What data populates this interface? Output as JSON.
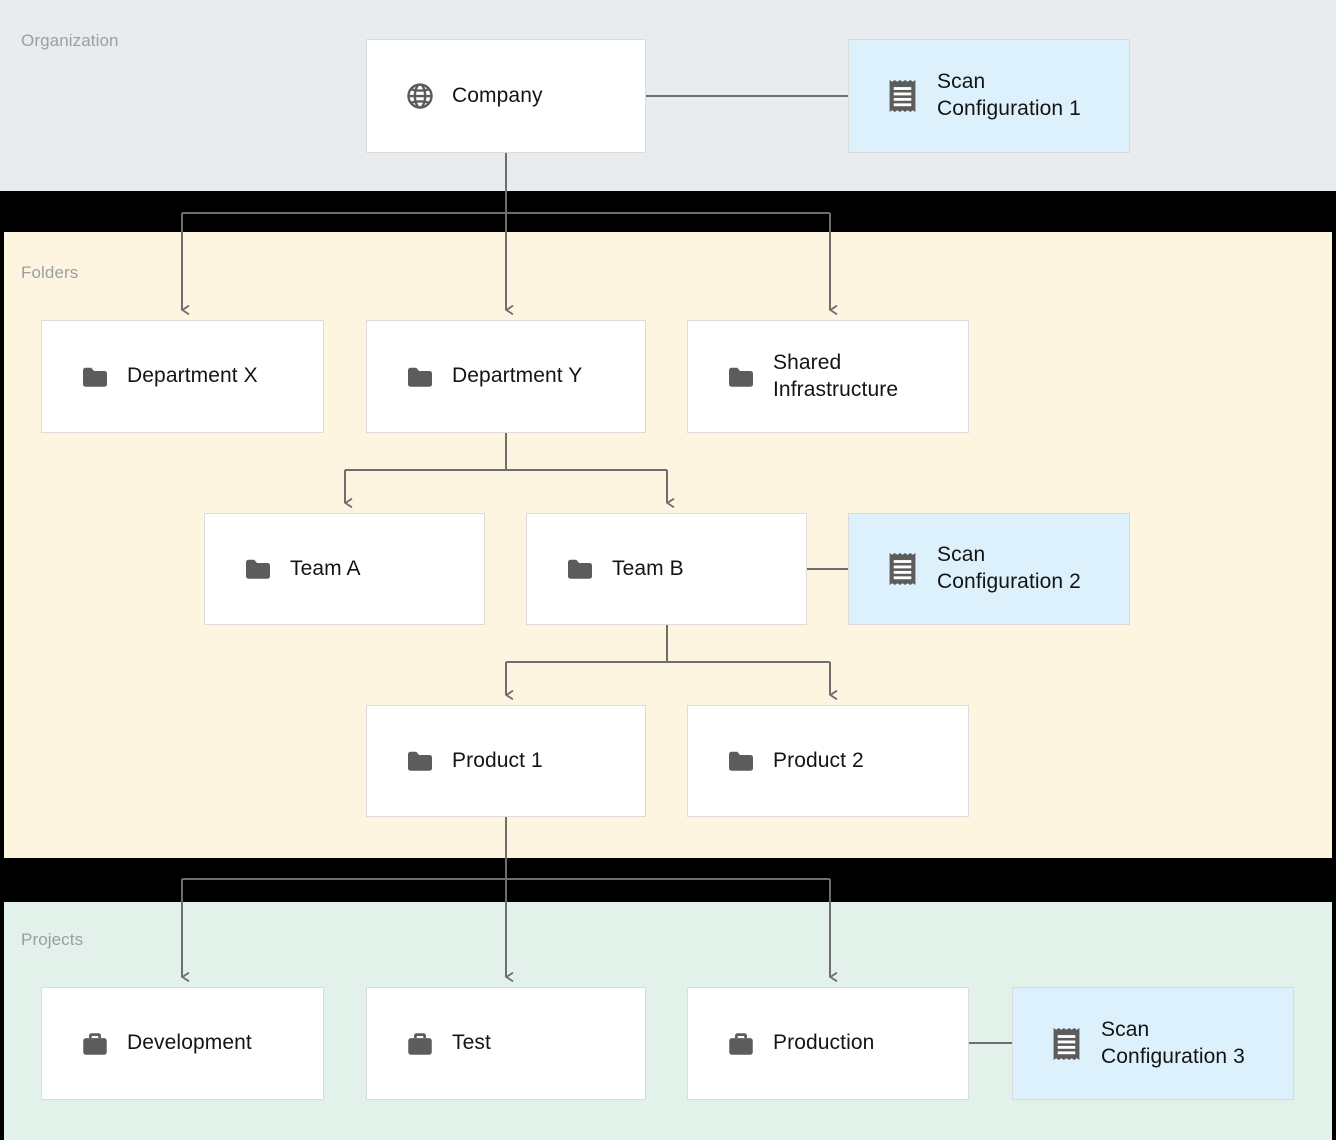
{
  "diagram": {
    "title": "Organization / Folders / Projects hierarchy with scan configurations",
    "colors": {
      "organization_band": "#e8ecee",
      "folders_band": "#fdf5e0",
      "projects_band": "#e2f1e9",
      "gap_band": "#000000",
      "node_fill": "#ffffff",
      "node_border": "#dcdcdc",
      "scan_config_fill": "#dcf1fb",
      "connector": "#6e6e6e",
      "caption_text": "#9aa0a2",
      "label_text": "#141414",
      "icon_fill": "#5c5c5c"
    }
  },
  "sections": {
    "organization": {
      "caption": "Organization"
    },
    "folders": {
      "caption": "Folders"
    },
    "projects": {
      "caption": "Projects"
    }
  },
  "nodes": {
    "company": {
      "label": "Company",
      "icon": "globe-icon",
      "type": "organization"
    },
    "scan_config_1": {
      "label": "Scan\nConfiguration 1",
      "icon": "receipt-icon",
      "type": "scan-configuration"
    },
    "department_x": {
      "label": "Department X",
      "icon": "folder-icon",
      "type": "folder"
    },
    "department_y": {
      "label": "Department Y",
      "icon": "folder-icon",
      "type": "folder"
    },
    "shared_infra": {
      "label": "Shared\nInfrastructure",
      "icon": "folder-icon",
      "type": "folder"
    },
    "team_a": {
      "label": "Team A",
      "icon": "folder-icon",
      "type": "folder"
    },
    "team_b": {
      "label": "Team B",
      "icon": "folder-icon",
      "type": "folder"
    },
    "scan_config_2": {
      "label": "Scan\nConfiguration 2",
      "icon": "receipt-icon",
      "type": "scan-configuration"
    },
    "product_1": {
      "label": "Product 1",
      "icon": "folder-icon",
      "type": "folder"
    },
    "product_2": {
      "label": "Product 2",
      "icon": "folder-icon",
      "type": "folder"
    },
    "development": {
      "label": "Development",
      "icon": "briefcase-icon",
      "type": "project"
    },
    "test": {
      "label": "Test",
      "icon": "briefcase-icon",
      "type": "project"
    },
    "production": {
      "label": "Production",
      "icon": "briefcase-icon",
      "type": "project"
    },
    "scan_config_3": {
      "label": "Scan\nConfiguration 3",
      "icon": "receipt-icon",
      "type": "scan-configuration"
    }
  },
  "edges": [
    {
      "from": "company",
      "to": "scan_config_1",
      "style": "plain"
    },
    {
      "from": "company",
      "to": "department_x",
      "style": "arrow"
    },
    {
      "from": "company",
      "to": "department_y",
      "style": "arrow"
    },
    {
      "from": "company",
      "to": "shared_infra",
      "style": "arrow"
    },
    {
      "from": "department_y",
      "to": "team_a",
      "style": "arrow"
    },
    {
      "from": "department_y",
      "to": "team_b",
      "style": "arrow"
    },
    {
      "from": "team_b",
      "to": "scan_config_2",
      "style": "plain"
    },
    {
      "from": "team_b",
      "to": "product_1",
      "style": "arrow"
    },
    {
      "from": "team_b",
      "to": "product_2",
      "style": "arrow"
    },
    {
      "from": "product_1",
      "to": "development",
      "style": "arrow"
    },
    {
      "from": "product_1",
      "to": "test",
      "style": "arrow"
    },
    {
      "from": "product_1",
      "to": "production",
      "style": "arrow"
    },
    {
      "from": "production",
      "to": "scan_config_3",
      "style": "plain"
    }
  ]
}
